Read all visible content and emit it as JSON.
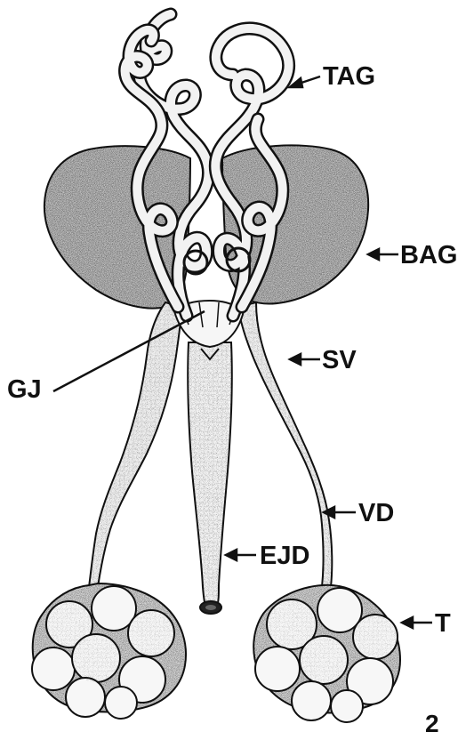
{
  "colors": {
    "ink": "#111111",
    "organ_fill": "#d6d6d6",
    "tube_fill": "#f4f4f4",
    "stipple": "#555555"
  },
  "labels": {
    "tag": "TAG",
    "bag": "BAG",
    "sv": "SV",
    "gj": "GJ",
    "vd": "VD",
    "ejd": "EJD",
    "t": "T"
  },
  "figure_number": "2"
}
